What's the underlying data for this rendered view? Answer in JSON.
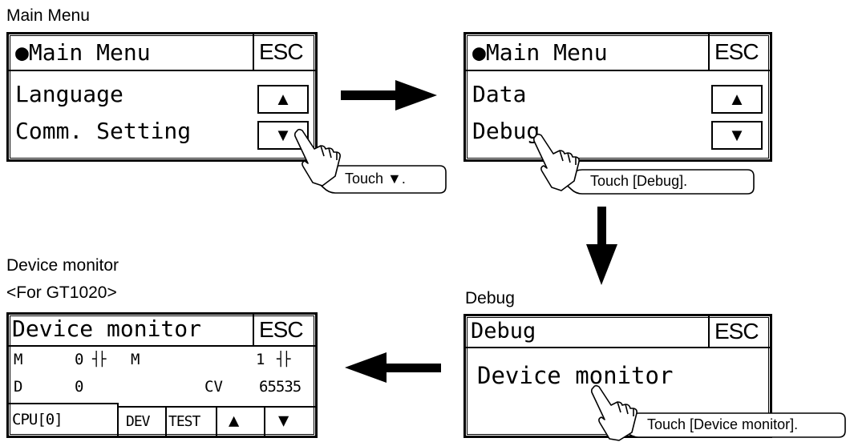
{
  "captions": {
    "main_menu": "Main Menu",
    "device_monitor": "Device monitor",
    "for_model": "<For GT1020>",
    "debug": "Debug"
  },
  "screen1": {
    "title": "●Main Menu",
    "esc": "ESC",
    "items": [
      "Language",
      "Comm. Setting"
    ],
    "up": "▲",
    "down": "▼"
  },
  "screen2": {
    "title": "●Main Menu",
    "esc": "ESC",
    "items": [
      "Data",
      "Debug"
    ],
    "up": "▲",
    "down": "▼"
  },
  "screen3": {
    "title": "Debug",
    "esc": "ESC",
    "item": "Device monitor"
  },
  "screen4": {
    "title": "Device monitor",
    "esc": "ESC",
    "row1": {
      "dev_a": "M",
      "val_a": "0",
      "contact_a": "┤├",
      "dev_b": "M",
      "val_b": "1",
      "contact_b": "┤├"
    },
    "row2": {
      "dev_a": "D",
      "val_a": "0",
      "dev_b": "CV",
      "val_b": "65535"
    },
    "bar": {
      "cpu": "CPU[0]",
      "dev": "DEV",
      "test": "TEST",
      "up": "▲",
      "down": "▼"
    }
  },
  "callouts": {
    "touch_down": "Touch ▼.",
    "touch_debug": "Touch [Debug].",
    "touch_device_monitor": "Touch [Device monitor]."
  },
  "icons": [
    "hand-pointer-icon",
    "arrow-right-icon",
    "arrow-down-icon",
    "arrow-left-icon"
  ]
}
